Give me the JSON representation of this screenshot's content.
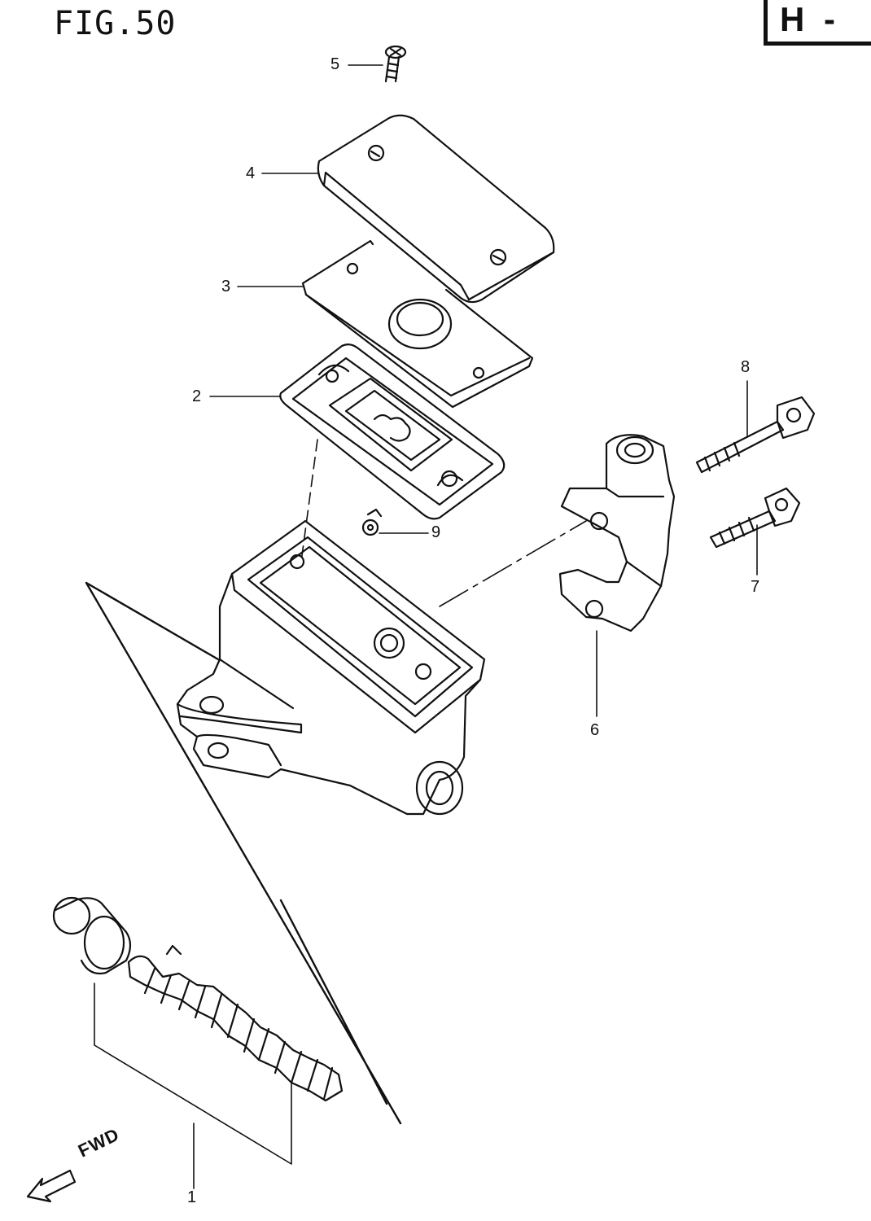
{
  "figure": {
    "title": "FIG.50",
    "section": "H -"
  },
  "callouts": [
    {
      "id": "1",
      "label": "1"
    },
    {
      "id": "2",
      "label": "2"
    },
    {
      "id": "3",
      "label": "3"
    },
    {
      "id": "4",
      "label": "4"
    },
    {
      "id": "5",
      "label": "5"
    },
    {
      "id": "6",
      "label": "6"
    },
    {
      "id": "7",
      "label": "7"
    },
    {
      "id": "8",
      "label": "8"
    },
    {
      "id": "9",
      "label": "9"
    }
  ],
  "direction": {
    "label": "FWD"
  }
}
